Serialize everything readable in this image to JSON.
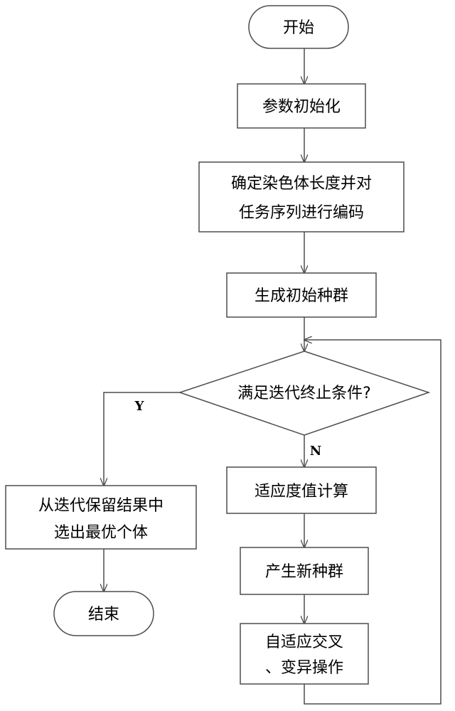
{
  "flowchart": {
    "start": "开始",
    "init_params": "参数初始化",
    "encode_line1": "确定染色体长度并对",
    "encode_line2": "任务序列进行编码",
    "init_population": "生成初始种群",
    "decision": "满足迭代终止条件?",
    "yes_label": "Y",
    "no_label": "N",
    "select_line1": "从迭代保留结果中",
    "select_line2": "选出最优个体",
    "end": "结束",
    "fitness": "适应度值计算",
    "new_population": "产生新种群",
    "adaptive_line1": "自适应交叉",
    "adaptive_line2": "、变异操作"
  }
}
